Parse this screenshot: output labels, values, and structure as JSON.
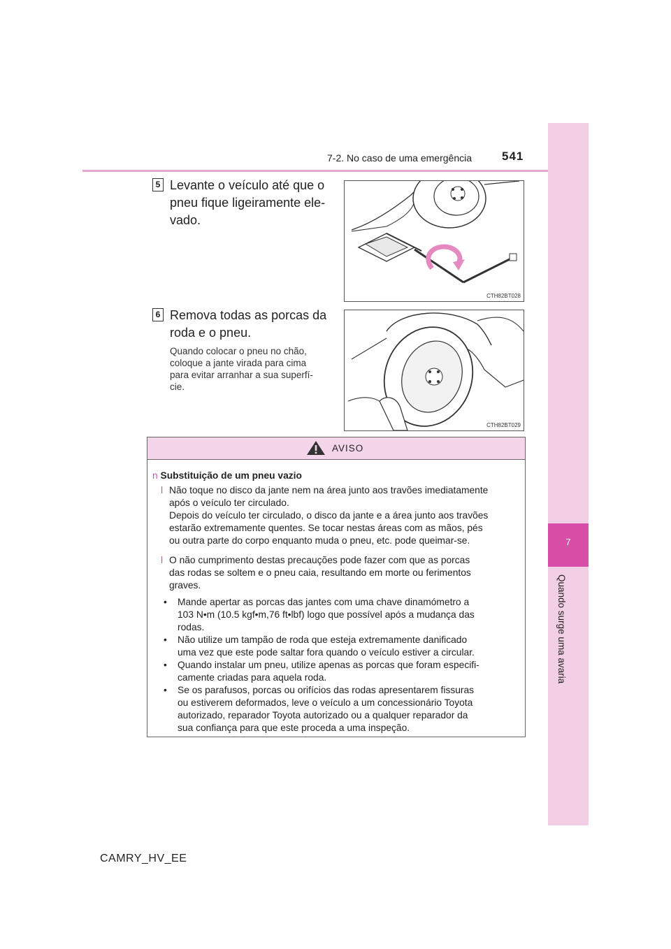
{
  "header": {
    "section": "7-2. No caso de uma emergência",
    "page_number": "541"
  },
  "side_tab": {
    "chapter_number": "7",
    "chapter_title": "Quando surge uma avaria"
  },
  "steps": [
    {
      "number": "5",
      "title": "Levante o veículo até que o pneu fique ligeiramente elevado.",
      "title_lines": [
        "Levante o veículo até que o",
        "pneu fique ligeiramente ele-",
        "vado."
      ],
      "figure_code": "CTH82BT028"
    },
    {
      "number": "6",
      "title_lines": [
        "Remova todas as porcas da",
        "roda e o pneu."
      ],
      "note_lines": [
        "Quando colocar o pneu no chão,",
        "coloque a jante virada para cima",
        "para evitar arranhar a sua superfí-",
        "cie."
      ],
      "figure_code": "CTH82BT029"
    }
  ],
  "warning": {
    "label": "AVISO",
    "n_marker": "n",
    "heading": "Substituição de um pneu vazio",
    "bullet_marker": "l",
    "items": [
      {
        "lines": [
          "Não toque no disco da jante nem na área junto aos travões imediatamente",
          "após o veículo ter circulado.",
          "Depois do veículo ter circulado, o disco da jante e a área junto aos travões",
          "estarão extremamente quentes. Se tocar nestas áreas com as mãos, pés",
          "ou outra parte do corpo enquanto muda o pneu, etc. pode queimar-se."
        ]
      },
      {
        "lines": [
          "O não cumprimento destas precauções pode fazer com que as porcas",
          "das rodas se soltem e o pneu caia, resultando em morte ou ferimentos",
          "graves."
        ],
        "sub_items": [
          [
            "Mande apertar as porcas das jantes com uma chave dinamómetro a",
            "103 N•m (10.5 kgf•m,76 ft•lbf) logo que possível após a mudança das",
            "rodas."
          ],
          [
            "Não utilize um tampão de roda que esteja extremamente danificado",
            "uma vez que este pode saltar fora quando o veículo estiver a circular."
          ],
          [
            "Quando instalar um pneu, utilize apenas as porcas que foram especifi-",
            "camente criadas para aquela roda."
          ],
          [
            "Se os parafusos, porcas ou orifícios das rodas apresentarem fissuras",
            "ou estiverem deformados, leve o veículo a um concessionário Toyota",
            "autorizado, reparador Toyota autorizado ou a qualquer reparador da",
            "sua confiança para que este proceda a uma inspeção."
          ]
        ],
        "sub_bullet": "•"
      }
    ]
  },
  "footer": {
    "doc_code": "CAMRY_HV_EE"
  },
  "colors": {
    "accent": "#d94fa7",
    "accent_light": "#f3cfe6",
    "warning_header_bg": "#f5d5ea"
  },
  "icons": [
    "warning-triangle-icon"
  ]
}
